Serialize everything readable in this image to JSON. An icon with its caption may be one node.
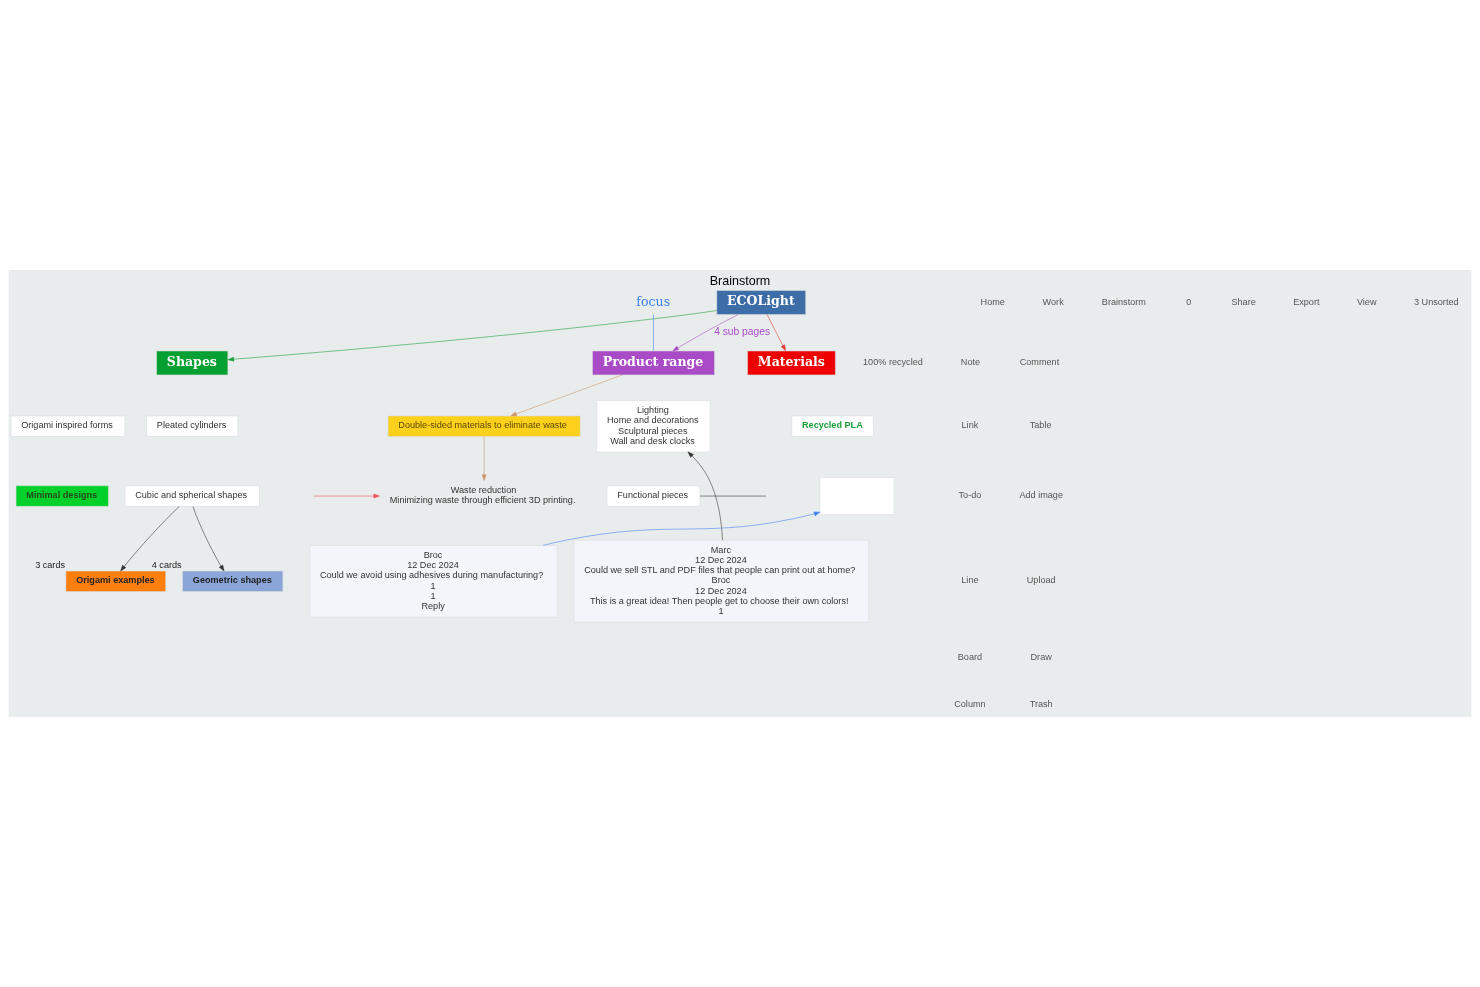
{
  "diagram": {
    "title": "Brainstorm",
    "nodes": [
      {
        "text": [
          "ECOLight"
        ]
      },
      {
        "text": [
          "Shapes"
        ]
      },
      {
        "text": [
          "Materials"
        ]
      },
      {
        "text": [
          "Product range"
        ]
      },
      {
        "text": [
          "Pleated cylinders"
        ]
      },
      {
        "text": [
          "Origami inspired forms"
        ]
      },
      {
        "text": [
          "Cubic and spherical shapes"
        ]
      },
      {
        "text": [
          "Minimal designs"
        ]
      },
      {
        "text": [
          "Origami examples"
        ],
        "beside": [
          "3 cards"
        ]
      },
      {
        "text": [
          "Geometric shapes"
        ],
        "beside": [
          "4 cards"
        ]
      },
      {
        "text": [
          "Recycled PLA"
        ]
      },
      {
        "text": [],
        "shape": "box"
      },
      {
        "text": [
          "Double-sided materials to eliminate waste"
        ]
      },
      {
        "text": [
          "Waste reduction",
          "Minimizing waste through efficient 3D printing."
        ]
      },
      {
        "text": [
          "Lighting",
          "Home and decorations",
          "Sculptural pieces",
          "Wall and desk clocks"
        ]
      },
      {
        "text": [
          "Marc",
          "12 Dec 2024",
          "Could we sell STL and PDF files that people can print out at home?",
          "Broc",
          "12 Dec 2024",
          "This is a great idea! Then people get to choose their own colors!",
          "1"
        ]
      },
      {
        "text": [
          "Functional pieces"
        ]
      },
      {
        "text": [
          "Broc",
          "12 Dec 2024",
          "Could we avoid using adhesives during manufacturing?",
          "1",
          "1",
          "Reply"
        ]
      },
      {
        "text": [
          "focus"
        ]
      }
    ],
    "edges": [
      {
        "from": 0,
        "to": 1,
        "arrow": "to",
        "color": "#1a9e3a"
      },
      {
        "from": 0,
        "to": 2,
        "arrow": "to",
        "color": "#e53935"
      },
      {
        "from": 0,
        "to": 3,
        "arrow": "to",
        "label": "4 sub pages",
        "color": "#a64bc8"
      },
      {
        "from": 6,
        "to": 8,
        "arrow": "to"
      },
      {
        "from": 6,
        "to": 9,
        "arrow": "to"
      },
      {
        "from": 3,
        "to": 12,
        "arrow": "to",
        "color": "#c8956a"
      },
      {
        "from": 12,
        "to": 13,
        "arrow": "to",
        "color": "#c8956a"
      },
      {
        "from": null,
        "to": 13,
        "arrow": "to",
        "color": "#f0505a"
      },
      {
        "from": 15,
        "to": 14,
        "arrow": "to"
      },
      {
        "from": 17,
        "to": 11,
        "arrow": "to",
        "color": "#3b82f6"
      },
      {
        "from": 18,
        "to": 3,
        "arrow": "none",
        "color": "#3b82f6"
      },
      {
        "from": 16,
        "to": null,
        "arrow": "none"
      }
    ],
    "labels": [
      "Home",
      "Work",
      "Brainstorm",
      "0",
      "Share",
      "Export",
      "View",
      "3 Unsorted",
      "Note",
      "Link",
      "To-do",
      "Line",
      "Board",
      "Column",
      "Comment",
      "Table",
      "Add image",
      "Upload",
      "Draw",
      "Trash",
      "100% recycled"
    ]
  }
}
